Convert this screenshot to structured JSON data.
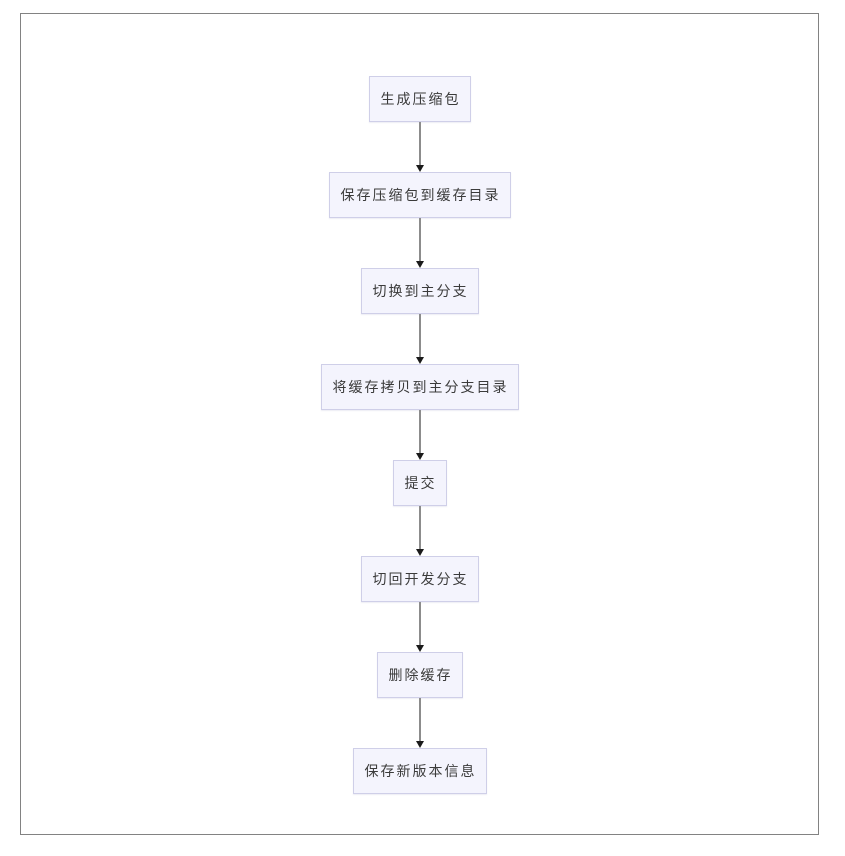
{
  "canvas": {
    "background": "#ffffff",
    "frame_border_color": "#828282"
  },
  "flowchart": {
    "type": "vertical-flow",
    "node_fill": "#f4f4fd",
    "node_border": "#cfcfe8",
    "text_color": "#3b3b3b",
    "arrow_line_color": "#8c8c8c",
    "arrow_head_color": "#1a1a1a",
    "nodes": [
      {
        "label": "生成压缩包"
      },
      {
        "label": "保存压缩包到缓存目录"
      },
      {
        "label": "切换到主分支"
      },
      {
        "label": "将缓存拷贝到主分支目录"
      },
      {
        "label": "提交"
      },
      {
        "label": "切回开发分支"
      },
      {
        "label": "删除缓存"
      },
      {
        "label": "保存新版本信息"
      }
    ]
  }
}
